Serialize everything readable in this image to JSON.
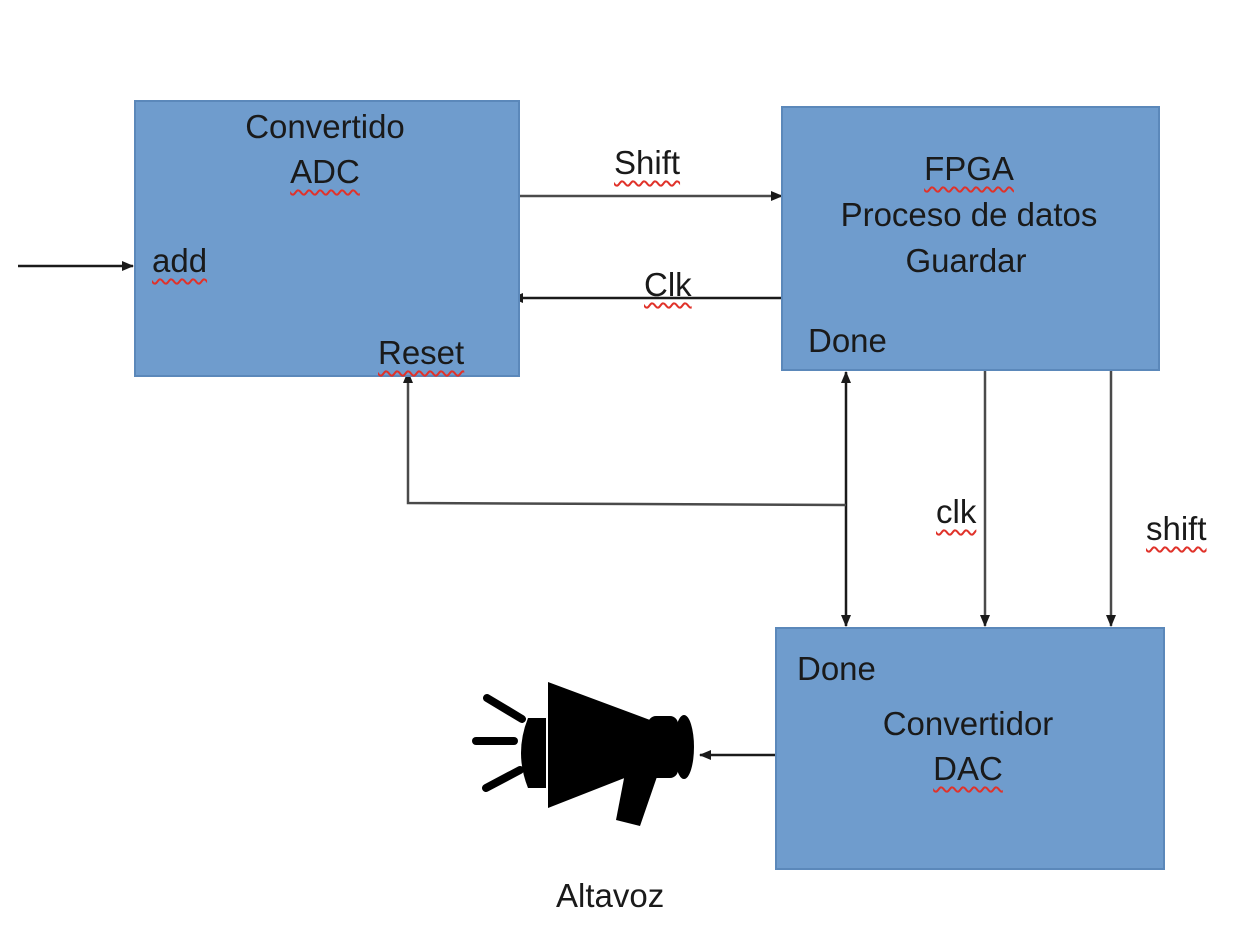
{
  "colors": {
    "block_fill": "#6f9ccd",
    "block_border": "#5b88ba",
    "wire": "#4a4a4a",
    "spellcheck_underline": "#e0322a"
  },
  "adc": {
    "title_line1": "Convertido",
    "title_line2": "ADC",
    "input_label": "add",
    "reset_label": "Reset"
  },
  "fpga": {
    "title_line1": "FPGA",
    "title_line2": "Proceso de datos",
    "title_line3": "Guardar",
    "done_label": "Done"
  },
  "dac": {
    "done_label": "Done",
    "title_line1": "Convertidor",
    "title_line2": "DAC"
  },
  "wires": {
    "adc_to_fpga": "Shift",
    "fpga_to_adc": "Clk",
    "fpga_to_dac_clk": "clk",
    "fpga_to_dac_shift": "shift"
  },
  "speaker": {
    "icon": "megaphone-icon",
    "label": "Altavoz"
  }
}
